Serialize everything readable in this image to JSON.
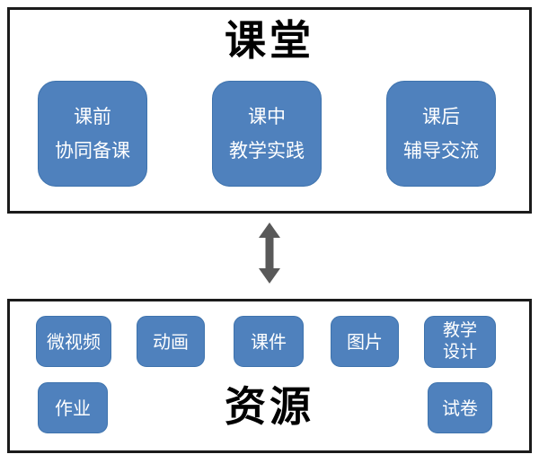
{
  "colors": {
    "box_blue": "#4f81bd",
    "box_blue_border": "#3e73ad",
    "box_text": "#ffffff",
    "frame_border": "#1b1b1b",
    "arrow_gray": "#595959",
    "title_color": "#000000"
  },
  "classroom_section": {
    "title": "课堂",
    "boxes": [
      {
        "line1": "课前",
        "line2": "协同备课"
      },
      {
        "line1": "课中",
        "line2": "教学实践"
      },
      {
        "line1": "课后",
        "line2": "辅导交流"
      }
    ]
  },
  "connector": {
    "icon": "double-vertical-arrow"
  },
  "resources_section": {
    "title": "资源",
    "row1": [
      {
        "line1": "微视频"
      },
      {
        "line1": "动画"
      },
      {
        "line1": "课件"
      },
      {
        "line1": "图片"
      },
      {
        "line1": "教学",
        "line2": "设计"
      }
    ],
    "row2": [
      {
        "line1": "作业"
      },
      {
        "line1": "试卷"
      }
    ]
  }
}
